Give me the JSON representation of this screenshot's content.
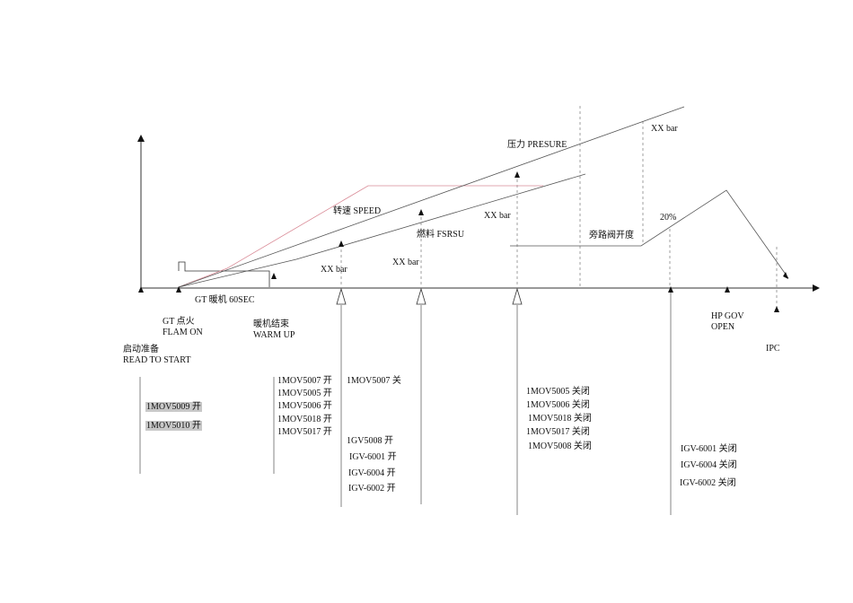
{
  "labels": {
    "pressure": "压力 PRESURE",
    "speed": "转速 SPEED",
    "fuel": "燃料  FSRSU",
    "bypass": "旁路阀开度",
    "xx_bar_top": "XX bar",
    "xx_bar_1": "XX  bar",
    "xx_bar_2": "XX  bar",
    "xx_bar_3": "XX   bar",
    "percent": "20%",
    "gt_warm": "GT 暖机 60SEC",
    "gt_ignite_cn": "GT 点火",
    "gt_ignite_en": "FLAM ON",
    "warm_end_cn": "暖机结束",
    "warm_end_en": "WARM UP",
    "ready_cn": "启动准备",
    "ready_en": "READ TO START",
    "hp_gov_1": "HP GOV",
    "hp_gov_2": "OPEN",
    "ipc": "IPC"
  },
  "lists": {
    "ready": [
      "1MOV5009 开",
      "1MOV5010 开"
    ],
    "warm_end": [
      "1MOV5007 开",
      "1MOV5005 开",
      "1MOV5006 开",
      "1MOV5018 开",
      "1MOV5017 开"
    ],
    "speed_close": [
      "1MOV5007 关"
    ],
    "speed_open": [
      "1GV5008 开",
      "IGV-6001 开",
      "IGV-6004 开",
      "IGV-6002 开"
    ],
    "pressure_close": [
      "1MOV5005 关闭",
      "1MOV5006 关闭",
      "1MOV5018 关闭",
      "1MOV5017 关闭",
      "1MOV5008 关闭"
    ],
    "hp_close": [
      "IGV-6001 关闭",
      "IGV-6004 关闭",
      "IGV-6002 关闭"
    ]
  },
  "colors": {
    "line": "#444444",
    "speed_curve": "#d98a96",
    "highlight": "#c8c8c8"
  }
}
